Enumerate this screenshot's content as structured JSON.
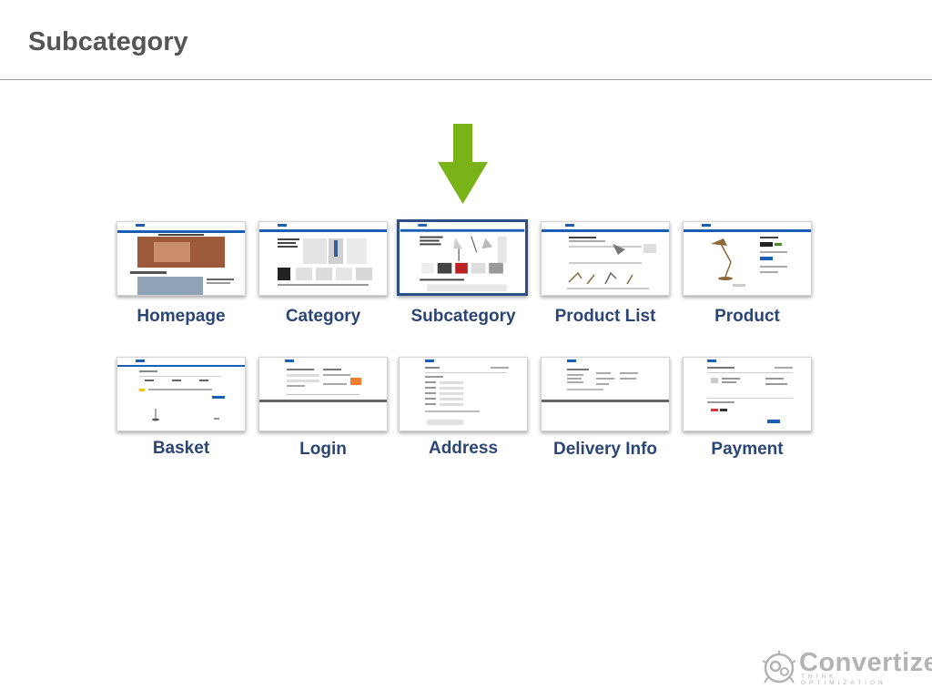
{
  "slide": {
    "title": "Subcategory",
    "arrow_color": "#7ab317",
    "active_step": "Subcategory"
  },
  "funnel": {
    "row1": [
      {
        "label": "Homepage",
        "icon": "homepage-screenshot"
      },
      {
        "label": "Category",
        "icon": "category-screenshot"
      },
      {
        "label": "Subcategory",
        "icon": "subcategory-screenshot",
        "active": true
      },
      {
        "label": "Product List",
        "icon": "product-list-screenshot"
      },
      {
        "label": "Product",
        "icon": "product-screenshot"
      }
    ],
    "row2": [
      {
        "label": "Basket",
        "icon": "basket-screenshot"
      },
      {
        "label": "Login",
        "icon": "login-screenshot"
      },
      {
        "label": "Address",
        "icon": "address-screenshot"
      },
      {
        "label": "Delivery Info",
        "icon": "delivery-info-screenshot"
      },
      {
        "label": "Payment",
        "icon": "payment-screenshot"
      }
    ]
  },
  "brand": {
    "name": "Convertize",
    "tagline": "THINK OPTIMIZATION",
    "color": "#b3b3b3"
  },
  "colors": {
    "label": "#2b4674",
    "active_border": "#2b4f86",
    "nav_bar": "#1a5fb4",
    "logo_yellow": "#f2c500"
  }
}
